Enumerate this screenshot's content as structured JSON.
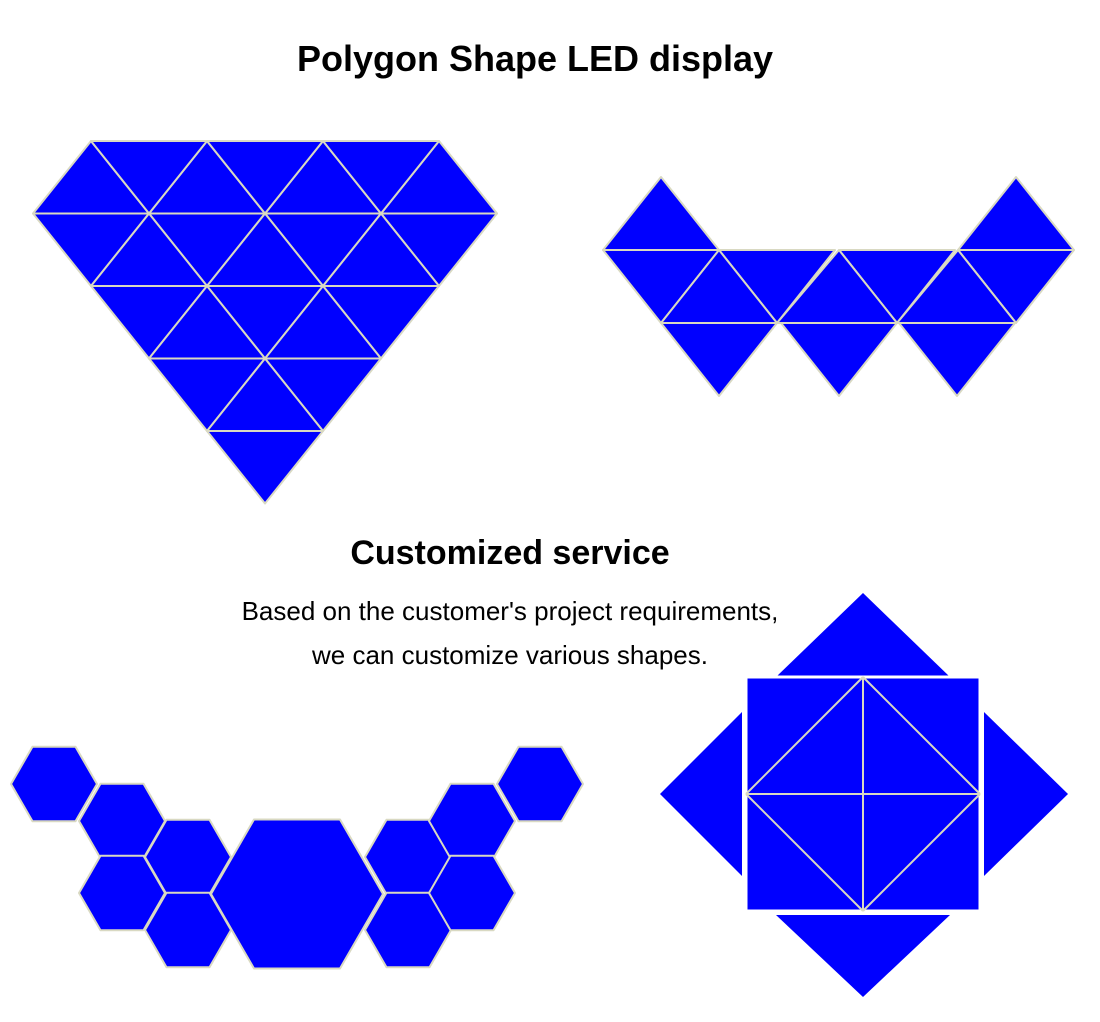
{
  "title": "Polygon Shape LED display",
  "service": {
    "heading": "Customized service",
    "description_lines": [
      "Based on the customer's project requirements,",
      "we can customize various shapes."
    ]
  },
  "colors": {
    "panel_fill": "#0000ff",
    "seam": "#d9d9c2",
    "background": "#ffffff",
    "text": "#000000"
  },
  "shapes": [
    {
      "name": "diamond-triangle-panel"
    },
    {
      "name": "zigzag-triangle-panel"
    },
    {
      "name": "hexagon-arc-panel"
    },
    {
      "name": "square-diamond-panel"
    }
  ]
}
